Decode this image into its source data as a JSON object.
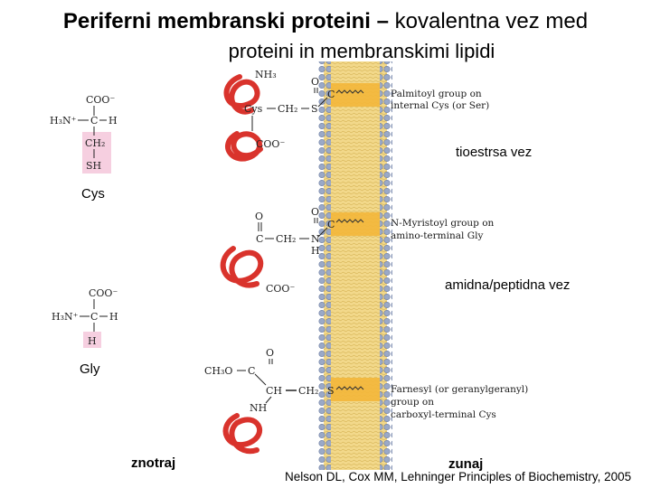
{
  "title": {
    "line1_main": "Periferni membranski proteini – ",
    "line1_rest": "kovalentna vez med",
    "line2": "proteini in membranskimi lipidi"
  },
  "cys": {
    "name": "Cys",
    "coo": "COO⁻",
    "h3n": "H₃N⁺",
    "c": "C",
    "h": "H",
    "ch2": "CH₂",
    "sh": "SH"
  },
  "gly": {
    "name": "Gly",
    "coo": "COO⁻",
    "h3n": "H₃N⁺",
    "c": "C",
    "h_right": "H",
    "h_side": "H"
  },
  "membrane_labels": {
    "top": {
      "nh3": "NH₃",
      "o": "O",
      "c": "C",
      "cys": "Cys",
      "ch2": "CH₂",
      "s": "S",
      "coo": "COO⁻",
      "note1": "Palmitoyl group on",
      "note2": "internal Cys (or Ser)"
    },
    "middle": {
      "o_left": "O",
      "c_left": "C",
      "ch2": "CH₂",
      "n": "N",
      "h": "H",
      "o_right": "O",
      "c_right": "C",
      "coo": "COO⁻",
      "note1": "N-Myristoyl group on",
      "note2": "amino-terminal Gly"
    },
    "bottom": {
      "ch3o": "CH₃O",
      "c": "C",
      "o": "O",
      "ch": "CH",
      "ch2": "CH₂",
      "s": "S",
      "nh": "NH",
      "note1": "Farnesyl (or geranylgeranyl)",
      "note2": "group on",
      "note3": "carboxyl-terminal Cys"
    }
  },
  "annotations": {
    "tioester": "tioestrsa vez",
    "amide": "amidna/peptidna vez",
    "inside": "znotraj",
    "outside": "zunaj"
  },
  "credit": "Nelson DL, Cox MM, Lehninger Principles of Biochemistry, 2005",
  "colors": {
    "membrane": "#f2d88a",
    "lipid_head": "#9aa9c8",
    "protein": "#d9332c",
    "highlight": "#f6cfe0",
    "lipid_band": "#f3b73a"
  }
}
